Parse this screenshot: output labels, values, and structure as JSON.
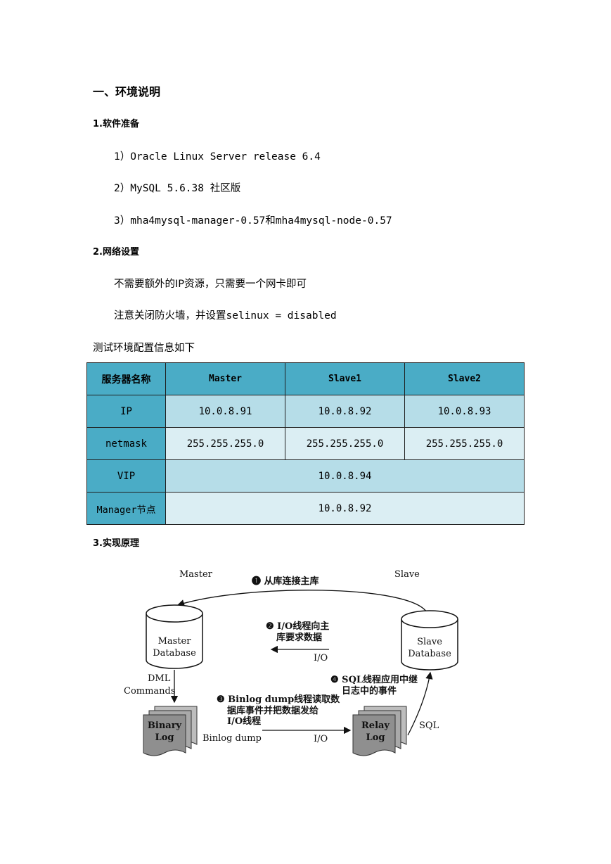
{
  "section1": {
    "title": "一、环境说明"
  },
  "software": {
    "heading": "1.软件准备",
    "items": [
      "1）Oracle Linux Server release 6.4",
      "2）MySQL 5.6.38 社区版",
      "3）mha4mysql-manager-0.57和mha4mysql-node-0.57"
    ]
  },
  "network": {
    "heading": "2.网络设置",
    "lines": [
      "不需要额外的IP资源，只需要一个网卡即可",
      "注意关闭防火墙，并设置selinux = disabled"
    ]
  },
  "env_table": {
    "caption": "测试环境配置信息如下",
    "headers": [
      "服务器名称",
      "Master",
      "Slave1",
      "Slave2"
    ],
    "rows": [
      {
        "label": "IP",
        "values": [
          "10.0.8.91",
          "10.0.8.92",
          "10.0.8.93"
        ]
      },
      {
        "label": "netmask",
        "values": [
          "255.255.255.0",
          "255.255.255.0",
          "255.255.255.0"
        ]
      },
      {
        "label": "VIP",
        "value": "10.0.8.94"
      },
      {
        "label": "Manager节点",
        "value": "10.0.8.92"
      }
    ]
  },
  "principle": {
    "heading": "3.实现原理",
    "diagram": {
      "master_label": "Master",
      "slave_label": "Slave",
      "step1": "❶ 从库连接主库",
      "step2_line1": "❷ I/O线程向主",
      "step2_line2": "库要求数据",
      "io_label_top": "I/O",
      "master_db_line1": "Master",
      "master_db_line2": "Database",
      "slave_db_line1": "Slave",
      "slave_db_line2": "Database",
      "dml_line1": "DML",
      "dml_line2": "Commands",
      "step3_line1": "❸ Binlog dump线程读取数",
      "step3_line2": "据库事件并把数据发给",
      "step3_line3": "I/O线程",
      "step4_line1": "❹ SQL线程应用中继",
      "step4_line2": "日志中的事件",
      "binary_log_line1": "Binary",
      "binary_log_line2": "Log",
      "binlog_dump": "Binlog dump",
      "io_label_bottom": "I/O",
      "relay_log_line1": "Relay",
      "relay_log_line2": "Log",
      "sql_label": "SQL"
    }
  }
}
